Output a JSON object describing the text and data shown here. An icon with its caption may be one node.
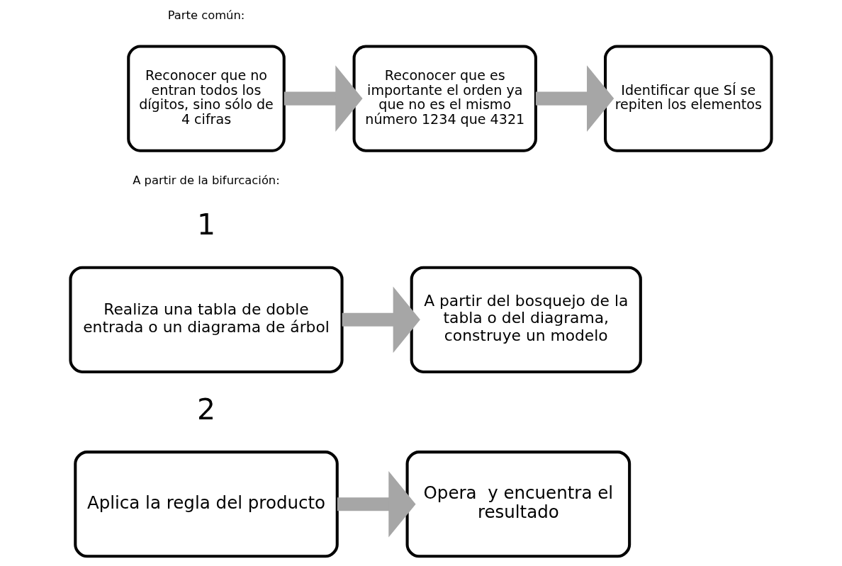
{
  "diagram": {
    "nodes": [
      {
        "text": [
          "Reconocer que no entran todos los dígitos, sino sólo de 4 cifras"
        ]
      },
      {
        "text": [
          "Reconocer que es importante el orden ya que no es el mismo número 1234 que 4321"
        ]
      },
      {
        "text": [
          "Identificar que SÍ se repiten los elementos"
        ]
      },
      {
        "text": [
          "Realiza una tabla de doble entrada o un diagrama de árbol"
        ]
      },
      {
        "text": [
          "A partir del bosquejo de la tabla o del diagrama,  construye un modelo"
        ]
      },
      {
        "text": [
          "Aplica la regla del producto"
        ]
      },
      {
        "text": [
          "Opera  y encuentra el resultado"
        ]
      }
    ],
    "edges": [
      {
        "from": 0,
        "to": 1,
        "arrow": "to"
      },
      {
        "from": 1,
        "to": 2,
        "arrow": "to"
      },
      {
        "from": 3,
        "to": 4,
        "arrow": "to"
      },
      {
        "from": 5,
        "to": 6,
        "arrow": "to"
      }
    ],
    "labels": [
      "Parte común:",
      "A partir de la bifurcación:",
      "1",
      "2"
    ]
  }
}
